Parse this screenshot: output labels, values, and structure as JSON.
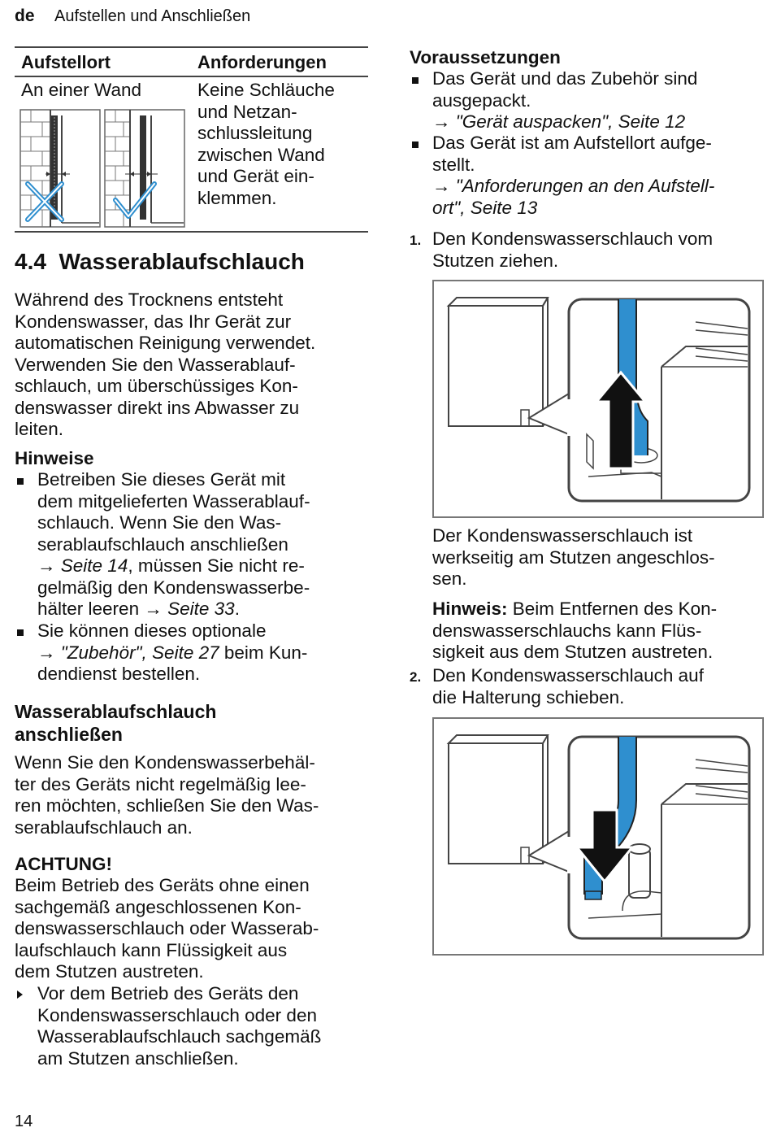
{
  "header": {
    "lang": "de",
    "title": "Aufstellen und Anschließen"
  },
  "table": {
    "col1": "Aufstellort",
    "col2": "Anforderungen",
    "row_place": "An einer Wand",
    "row_req_lines": [
      "Keine Schläuche",
      "und Netzan-",
      "schlussleitung",
      "zwischen Wand",
      "und Gerät ein-",
      "klemmen."
    ]
  },
  "section": {
    "number": "4.4",
    "title": "Wasserablaufschlauch",
    "intro_lines": [
      "Während des Trocknens entsteht",
      "Kondenswasser, das Ihr Gerät zur",
      "automatischen Reinigung verwendet.",
      "Verwenden Sie den Wasserablauf-",
      "schlauch, um überschüssiges Kon-",
      "denswasser direkt ins Abwasser zu",
      "leiten."
    ]
  },
  "hinweise": {
    "title": "Hinweise",
    "b1": {
      "l1": "Betreiben Sie dieses Gerät mit",
      "l2": "dem mitgelieferten Wasserablauf-",
      "l3": "schlauch. Wenn Sie den Was-",
      "l4": "serablaufschlauch anschließen",
      "arrow": "→",
      "ref1": "Seite 14",
      "l5": ", müssen Sie nicht re-",
      "l6": "gelmäßig den Kondenswasserbe-",
      "l7": "hälter leeren",
      "ref2": "Seite 33",
      "l7end": "."
    },
    "b2": {
      "l1": "Sie können dieses optionale",
      "ref": "\"Zubehör\", Seite 27",
      "l2": " beim Kun-",
      "l3": "dendienst bestellen."
    }
  },
  "connect": {
    "title_l1": "Wasserablaufschlauch",
    "title_l2": "anschließen",
    "lines": [
      "Wenn Sie den Kondenswasserbehäl-",
      "ter des Geräts nicht regelmäßig lee-",
      "ren möchten, schließen Sie den Was-",
      "serablaufschlauch an."
    ]
  },
  "warning": {
    "title": "ACHTUNG!",
    "lines": [
      "Beim Betrieb des Geräts ohne einen",
      "sachgemäß angeschlossenen Kon-",
      "denswasserschlauch oder Wasserab-",
      "laufschlauch kann Flüssigkeit aus",
      "dem Stutzen austreten."
    ],
    "action_lines": [
      "Vor dem Betrieb des Geräts den",
      "Kondenswasserschlauch oder den",
      "Wasserablaufschlauch sachgemäß",
      "am Stutzen anschließen."
    ]
  },
  "right": {
    "prereq_title": "Voraussetzungen",
    "p1_lines": [
      "Das Gerät und das Zubehör sind",
      "ausgepackt."
    ],
    "p1_ref": "\"Gerät auspacken\", Seite 12",
    "p2_lines": [
      "Das Gerät ist am Aufstellort aufge-",
      "stellt."
    ],
    "p2_ref_l1": "\"Anforderungen an den Aufstell-",
    "p2_ref_l2": "ort\", Seite 13",
    "step1_num": "1.",
    "step1_lines": [
      "Den Kondenswasserschlauch vom",
      "Stutzen ziehen."
    ],
    "result_lines": [
      "Der Kondenswasserschlauch ist",
      "werkseitig am Stutzen angeschlos-",
      "sen."
    ],
    "note_label": "Hinweis:",
    "note_l1": " Beim Entfernen des Kon-",
    "note_lines": [
      "denswasserschlauchs kann Flüs-",
      "sigkeit aus dem Stutzen austreten."
    ],
    "step2_num": "2.",
    "step2_lines": [
      "Den Kondenswasserschlauch auf",
      "die Halterung schieben."
    ]
  },
  "colors": {
    "hose": "#2f8fcf",
    "wrong": "#2f8fcf",
    "right": "#2f8fcf"
  },
  "footer": {
    "page": "14"
  }
}
